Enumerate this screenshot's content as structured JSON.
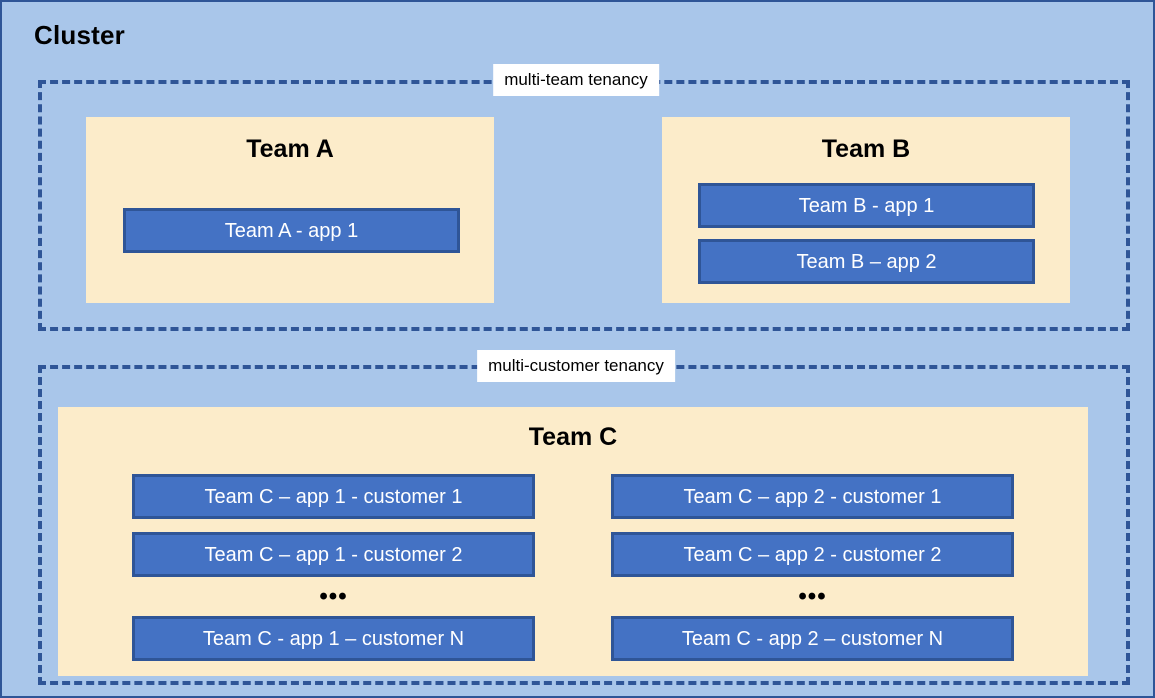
{
  "diagram": {
    "title": "Cluster",
    "colors": {
      "cluster_background": "#a9c6ea",
      "cluster_border": "#2f5597",
      "zone_border": "#2f5597",
      "team_box_fill": "#fcecca",
      "app_box_fill": "#4472c4",
      "app_box_border": "#2f5597",
      "app_box_text": "#ffffff",
      "label_chip_fill": "#ffffff"
    },
    "zones": [
      {
        "id": "multi-team",
        "label": "multi-team tenancy",
        "teams": [
          {
            "id": "team-a",
            "title": "Team A",
            "apps": [
              {
                "id": "team-a-app-1",
                "label": "Team A - app 1"
              }
            ]
          },
          {
            "id": "team-b",
            "title": "Team B",
            "apps": [
              {
                "id": "team-b-app-1",
                "label": "Team B - app 1"
              },
              {
                "id": "team-b-app-2",
                "label": "Team B – app 2"
              }
            ]
          }
        ]
      },
      {
        "id": "multi-customer",
        "label": "multi-customer tenancy",
        "teams": [
          {
            "id": "team-c",
            "title": "Team C",
            "columns": [
              {
                "id": "team-c-app-1",
                "apps": [
                  {
                    "id": "team-c-app-1-customer-1",
                    "label": "Team C – app 1 - customer 1"
                  },
                  {
                    "id": "team-c-app-1-customer-2",
                    "label": "Team C – app 1 - customer 2"
                  },
                  {
                    "id": "team-c-app-1-customer-n",
                    "label": "Team C - app 1 – customer N"
                  }
                ],
                "ellipsis": "•••"
              },
              {
                "id": "team-c-app-2",
                "apps": [
                  {
                    "id": "team-c-app-2-customer-1",
                    "label": "Team C – app 2 - customer 1"
                  },
                  {
                    "id": "team-c-app-2-customer-2",
                    "label": "Team C – app 2 - customer 2"
                  },
                  {
                    "id": "team-c-app-2-customer-n",
                    "label": "Team C - app 2 – customer N"
                  }
                ],
                "ellipsis": "•••"
              }
            ]
          }
        ]
      }
    ]
  }
}
